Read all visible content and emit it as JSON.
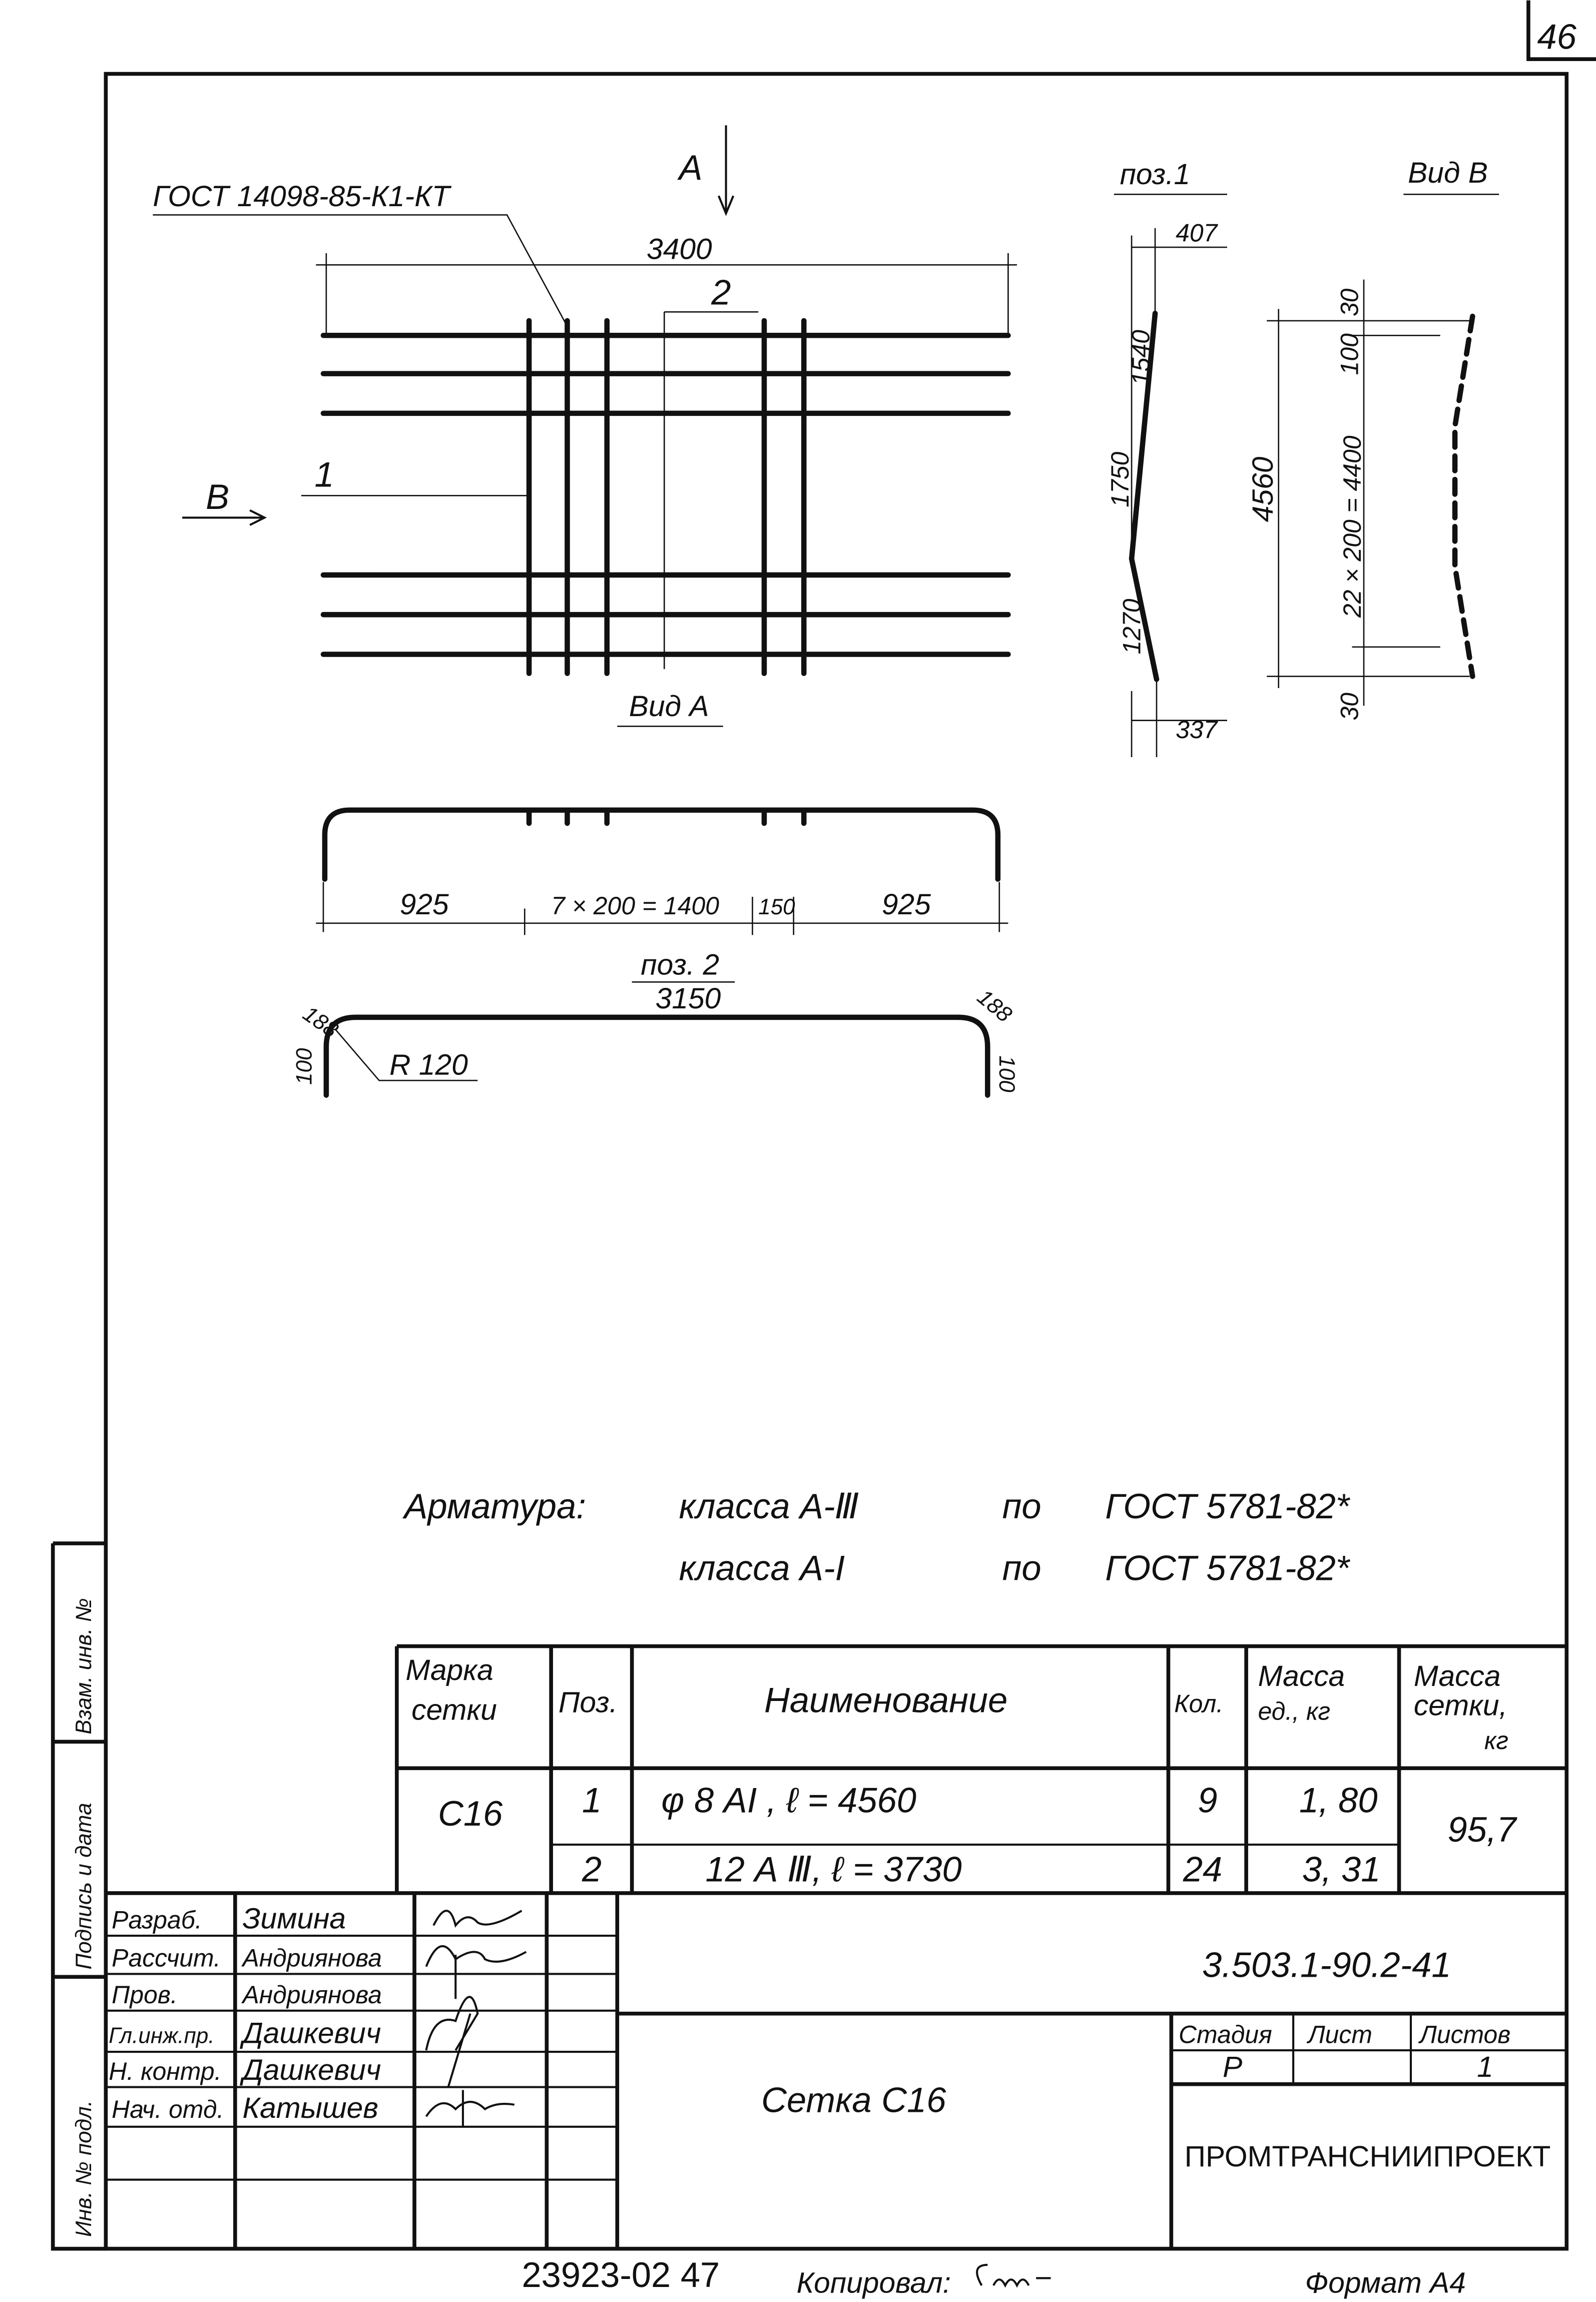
{
  "sheet_number": "46",
  "drawing": {
    "gost_callout": "ГОСТ 14098-85-К1-КТ",
    "view_a_arrow_label": "А",
    "view_b_arrow_label": "В",
    "section_1": "1",
    "section_2": "2",
    "dim_3400": "3400",
    "view_a_title": "Вид А",
    "view_a_dims": [
      "925",
      "7 × 200 = 1400",
      "150",
      "925"
    ],
    "pos2": {
      "title": "поз. 2",
      "length": "3150",
      "bend_left": "188",
      "bend_right": "188",
      "leg_left": "100",
      "leg_right": "100",
      "radius": "R 120"
    },
    "pos1": {
      "title": "поз.1",
      "top": "407",
      "seg1": "1540",
      "seg2": "1750",
      "seg3": "1270",
      "bottom": "337"
    },
    "view_b": {
      "title": "Вид В",
      "total": "4560",
      "pitch": "22 × 200 = 4400",
      "top": "30",
      "top2": "100",
      "bottom": "30"
    }
  },
  "notes": {
    "label": "Арматура:",
    "line1": {
      "class": "класса  А-Ⅲ",
      "po": "по",
      "gost": "ГОСТ  5781-82*"
    },
    "line2": {
      "class": "класса  А-I",
      "po": "по",
      "gost": "ГОСТ  5781-82*"
    }
  },
  "spec_table": {
    "headers": {
      "mark": [
        "Марка",
        "сетки"
      ],
      "pos": "Поз.",
      "name": "Наименование",
      "qty": "Кол.",
      "unit_mass": [
        "Масса",
        "ед., кг"
      ],
      "mesh_mass": [
        "Масса",
        "сетки,",
        "кг"
      ]
    },
    "mark": "С16",
    "mesh_mass": "95,7",
    "rows": [
      {
        "pos": "1",
        "name": "φ 8 АI ,    ℓ = 4560",
        "qty": "9",
        "unit_mass": "1, 80"
      },
      {
        "pos": "2",
        "name": "12 А Ⅲ,   ℓ = 3730",
        "qty": "24",
        "unit_mass": "3, 31"
      }
    ]
  },
  "title_block": {
    "people": [
      {
        "role": "Разраб.",
        "name": "Зимина"
      },
      {
        "role": "Рассчит.",
        "name": "Андриянова"
      },
      {
        "role": "Пров.",
        "name": "Андриянова"
      },
      {
        "role": "Гл.инж.пр.",
        "name": "Дашкевич"
      },
      {
        "role": "Н. контр.",
        "name": "Дашкевич"
      },
      {
        "role": "Нач. отд.",
        "name": "Катышев"
      }
    ],
    "designation": "3.503.1-90.2-41",
    "title": "Сетка  С16",
    "stage_header": "Стадия",
    "sheet_header": "Лист",
    "sheets_header": "Листов",
    "stage": "Р",
    "sheet": "",
    "sheets": "1",
    "company": "ПРОМТРАНСНИИПРОЕКТ"
  },
  "side_stamp": [
    "Взам. инв. №",
    "Подпись и дата",
    "Инв. № подл."
  ],
  "footer": {
    "archive": "23923-02  47",
    "copied": "Копировал:",
    "format": "Формат А4"
  }
}
